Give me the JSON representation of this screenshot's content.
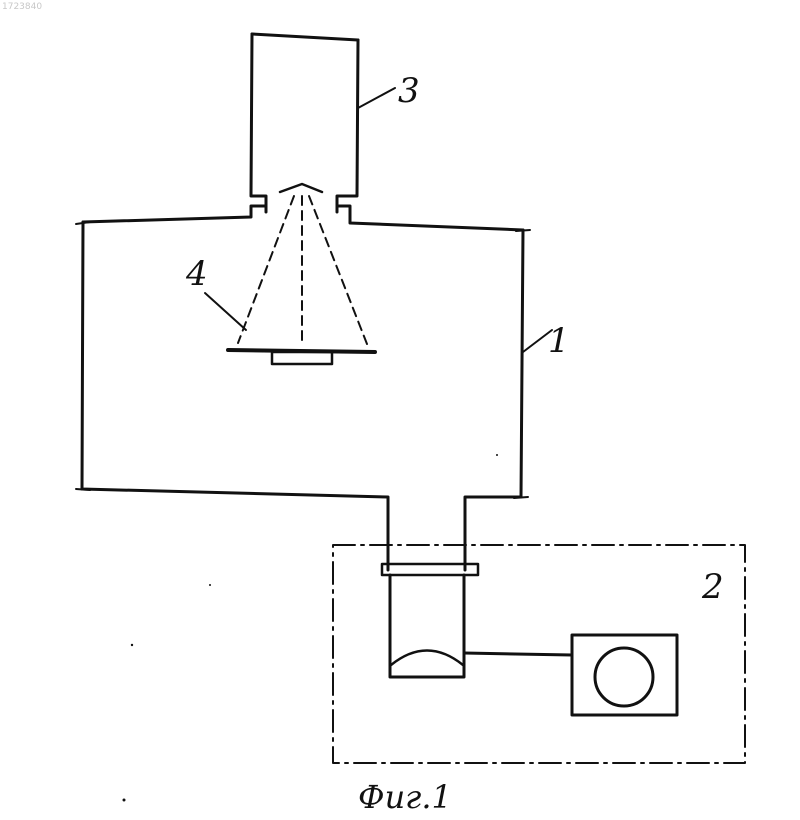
{
  "document_number": "1723840",
  "labels": {
    "chamber": "1",
    "detector_unit": "2",
    "source": "3",
    "target": "4"
  },
  "caption": "Фиг.1",
  "colors": {
    "ink": "#111111",
    "paper": "#ffffff",
    "faint_text": "#c8c8c8"
  }
}
